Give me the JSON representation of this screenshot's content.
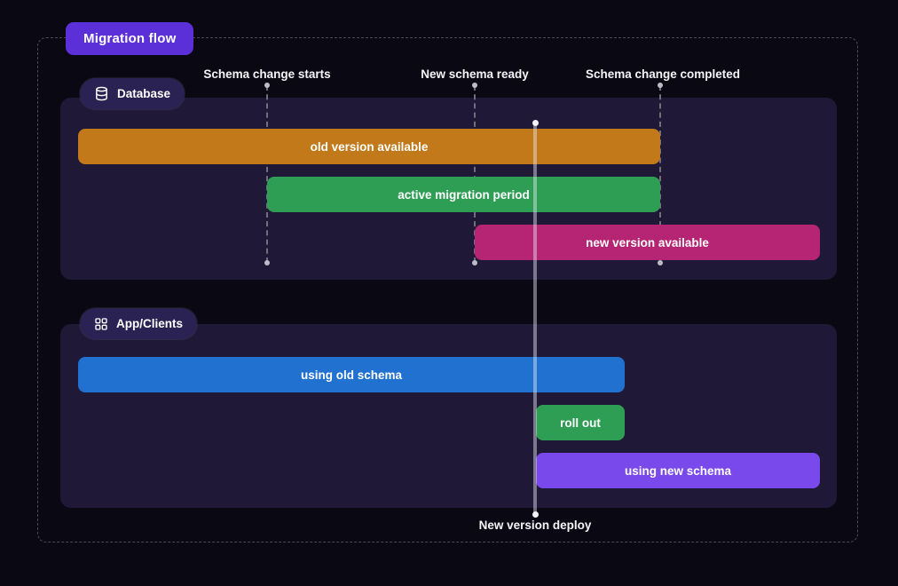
{
  "title": "Migration flow",
  "milestones": [
    {
      "label": "Schema change starts"
    },
    {
      "label": "New schema ready"
    },
    {
      "label": "Schema change completed"
    }
  ],
  "deploy": {
    "label": "New version deploy"
  },
  "sections": [
    {
      "label": "Database",
      "icon": "database-icon",
      "bars": [
        {
          "label": "old version available",
          "color": "#c1791a"
        },
        {
          "label": "active migration period",
          "color": "#2f9e55"
        },
        {
          "label": "new version available",
          "color": "#b52573"
        }
      ]
    },
    {
      "label": "App/Clients",
      "icon": "apps-grid-icon",
      "bars": [
        {
          "label": "using old schema",
          "color": "#2171d0"
        },
        {
          "label": "roll out",
          "color": "#2f9e55"
        },
        {
          "label": "using new schema",
          "color": "#7a49ec"
        }
      ]
    }
  ],
  "colors": {
    "background": "#0a0913",
    "panel": "#1f1937",
    "title_badge": "#5c30d9",
    "section_badge": "#2b2254",
    "guide_line": "#70707c",
    "deploy_line": "rgba(235,235,245,0.45)",
    "bar_text": "#ffffff"
  }
}
